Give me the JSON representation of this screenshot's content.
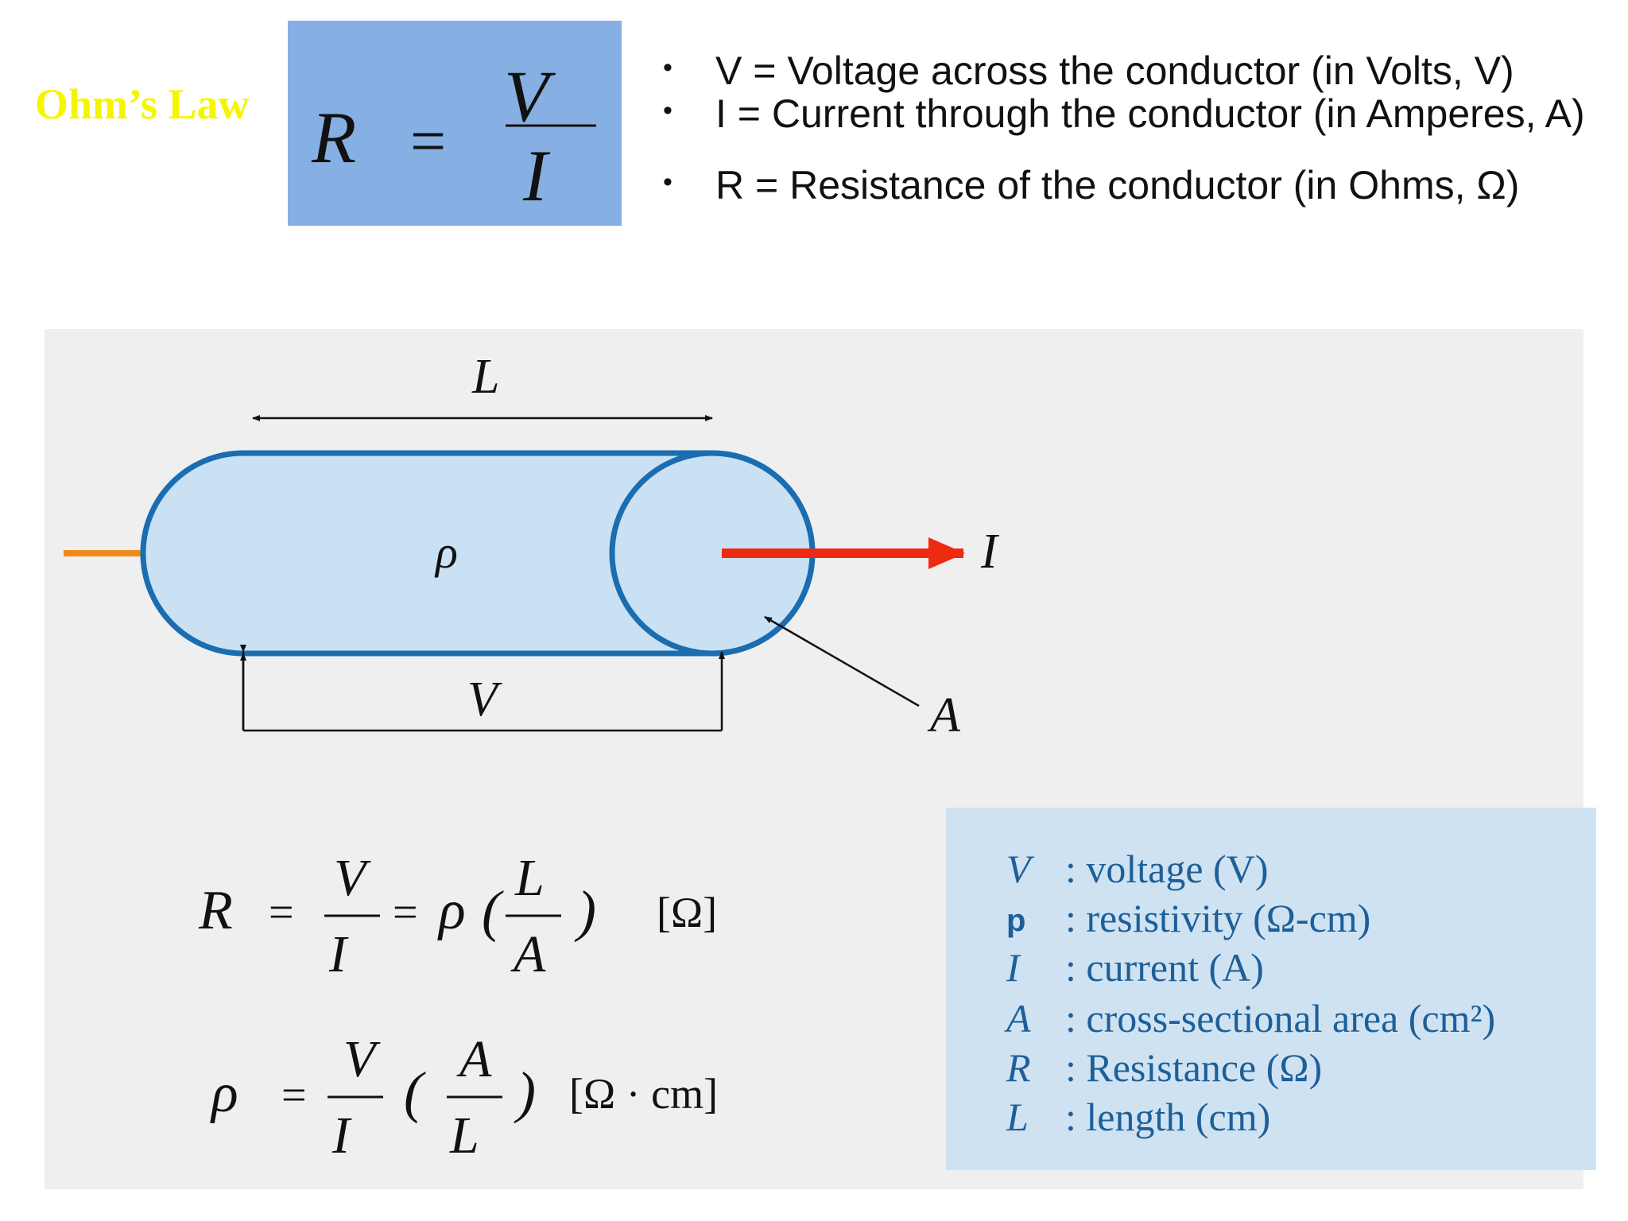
{
  "header": {
    "title": "Ohm’s Law",
    "formula": {
      "lhs": "R",
      "eq": "=",
      "num": "V",
      "den": "I"
    },
    "definitions": [
      "V = Voltage across the conductor (in Volts, V)",
      "I = Current through the conductor (in Amperes, A)",
      "R = Resistance of the conductor (in Ohms, Ω)"
    ]
  },
  "diagram": {
    "length_label": "L",
    "resistivity_label": "ρ",
    "current_label": "I",
    "voltage_label": "V",
    "area_label": "A"
  },
  "equations": {
    "eq1": {
      "lhs": "R",
      "eq1": "=",
      "num1": "V",
      "den1": "I",
      "eq2": "=",
      "rho": "ρ",
      "num2": "L",
      "den2": "A",
      "lparen": "(",
      "rparen": ")",
      "unit": "[Ω]"
    },
    "eq2": {
      "lhs": "ρ",
      "eq1": "=",
      "num1": "V",
      "den1": "I",
      "num2": "A",
      "den2": "L",
      "lparen": "(",
      "rparen": ")",
      "unit": "[Ω · cm]"
    }
  },
  "legend": [
    {
      "symbol": "V",
      "desc": ": voltage  (V)"
    },
    {
      "symbol": "p",
      "desc": ": resistivity  (Ω-cm)"
    },
    {
      "symbol": "I",
      "desc": ": current  (A)"
    },
    {
      "symbol": "A",
      "desc": ": cross-sectional area (cm²)"
    },
    {
      "symbol": "R",
      "desc": ": Resistance  (Ω)"
    },
    {
      "symbol": "L",
      "desc": ": length (cm)"
    }
  ],
  "colors": {
    "title": "#f5f500",
    "formula_box": "#86b0e3",
    "panel": "#efefef",
    "conductor_fill": "#c9e1f2",
    "conductor_stroke": "#1a6db0",
    "current_arrow": "#ee2a12",
    "lead_wire": "#f08a1c",
    "legend_box": "#cfe2f1",
    "legend_text": "#1d5f99"
  }
}
